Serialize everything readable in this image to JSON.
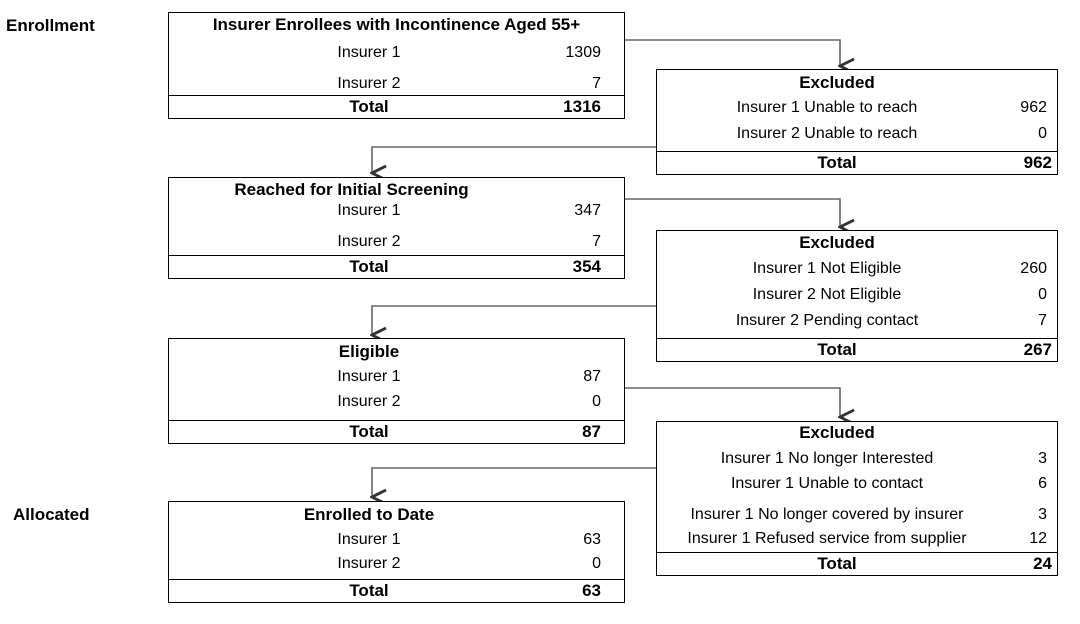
{
  "side_labels": {
    "enrollment": "Enrollment",
    "allocated": "Allocated"
  },
  "box1": {
    "title": "Insurer Enrollees with Incontinence Aged 55+",
    "rows": [
      {
        "label": "Insurer 1",
        "value": "1309"
      },
      {
        "label": "Insurer 2",
        "value": "7"
      }
    ],
    "total_label": "Total",
    "total_value": "1316"
  },
  "excl1": {
    "title": "Excluded",
    "rows": [
      {
        "label": "Insurer 1 Unable to reach",
        "value": "962"
      },
      {
        "label": "Insurer 2 Unable to reach",
        "value": "0"
      }
    ],
    "total_label": "Total",
    "total_value": "962"
  },
  "box2": {
    "title": "Reached for Initial Screening",
    "rows": [
      {
        "label": "Insurer 1",
        "value": "347"
      },
      {
        "label": "Insurer 2",
        "value": "7"
      }
    ],
    "total_label": "Total",
    "total_value": "354"
  },
  "excl2": {
    "title": "Excluded",
    "rows": [
      {
        "label": "Insurer 1 Not Eligible",
        "value": "260"
      },
      {
        "label": "Insurer 2 Not Eligible",
        "value": "0"
      },
      {
        "label": "Insurer 2 Pending contact",
        "value": "7"
      }
    ],
    "total_label": "Total",
    "total_value": "267"
  },
  "box3": {
    "title": "Eligible",
    "rows": [
      {
        "label": "Insurer 1",
        "value": "87"
      },
      {
        "label": "Insurer 2",
        "value": "0"
      }
    ],
    "total_label": "Total",
    "total_value": "87"
  },
  "excl3": {
    "title": "Excluded",
    "rows": [
      {
        "label": "Insurer 1 No longer Interested",
        "value": "3"
      },
      {
        "label": "Insurer 1 Unable to contact",
        "value": "6"
      },
      {
        "label": "Insurer 1 No longer covered by insurer",
        "value": "3"
      },
      {
        "label": "Insurer 1 Refused service from supplier",
        "value": "12"
      }
    ],
    "total_label": "Total",
    "total_value": "24"
  },
  "box4": {
    "title": "Enrolled to Date",
    "rows": [
      {
        "label": "Insurer 1",
        "value": "63"
      },
      {
        "label": "Insurer 2",
        "value": "0"
      }
    ],
    "total_label": "Total",
    "total_value": "63"
  }
}
